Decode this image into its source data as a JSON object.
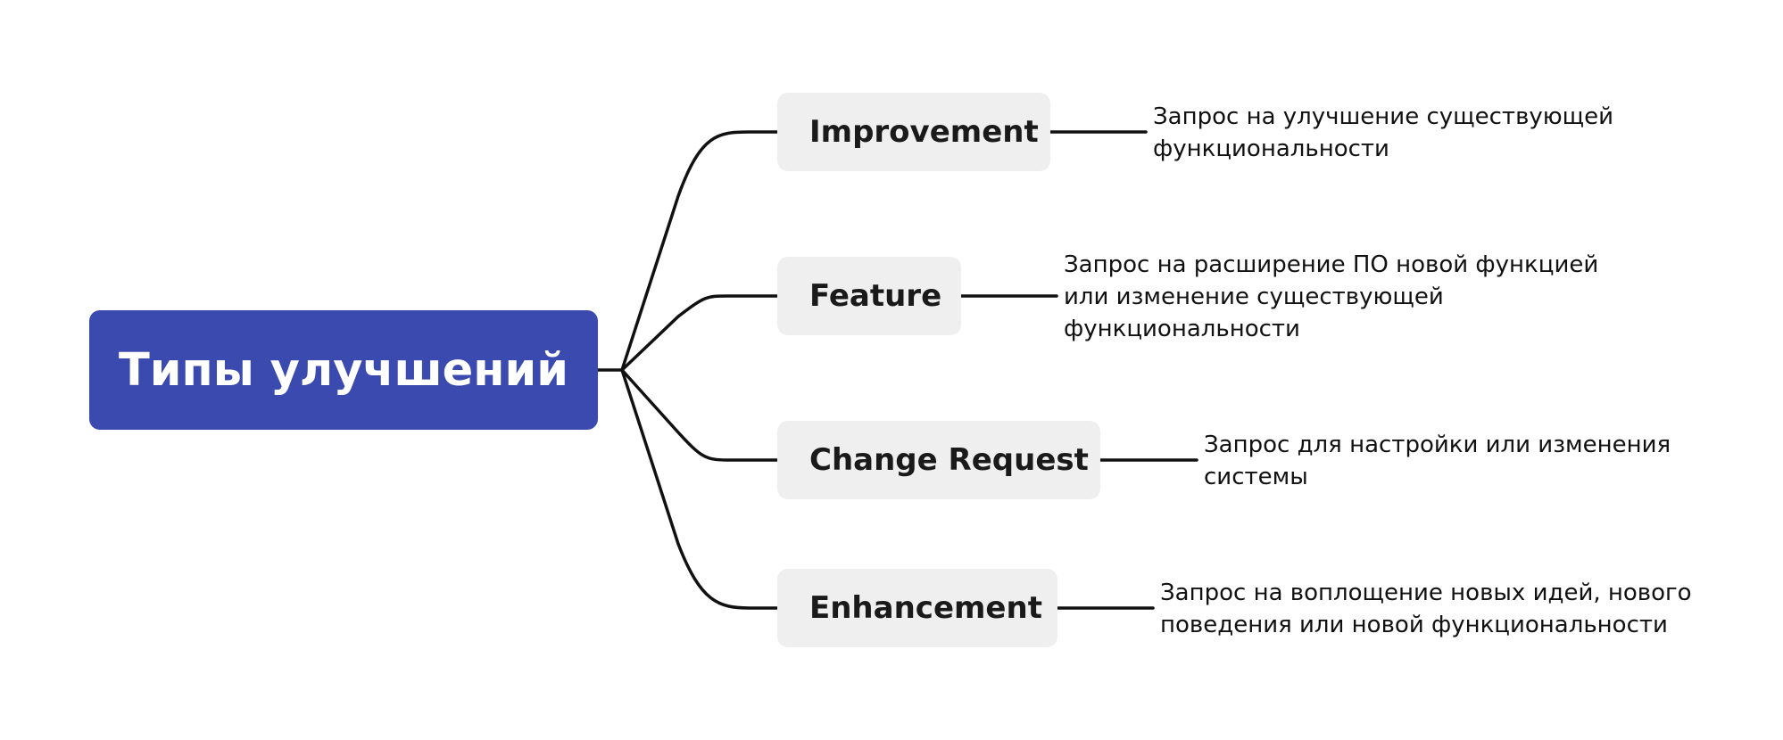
{
  "colors": {
    "root_bg": "#3A4AAE",
    "branch_bg": "#EFEFEF",
    "line": "#111111"
  },
  "root": {
    "label": "Типы улучшений"
  },
  "branches": [
    {
      "label": "Improvement",
      "description": [
        "Запрос на улучшение существующей",
        "функциональности"
      ]
    },
    {
      "label": "Feature",
      "description": [
        "Запрос на расширение ПО новой функцией",
        "или изменение существующей",
        "функциональности"
      ]
    },
    {
      "label": "Change Request",
      "description": [
        "Запрос для настройки или изменения",
        "системы"
      ]
    },
    {
      "label": "Enhancement",
      "description": [
        "Запрос на воплощение новых идей, нового",
        "поведения или новой функциональности"
      ]
    }
  ]
}
